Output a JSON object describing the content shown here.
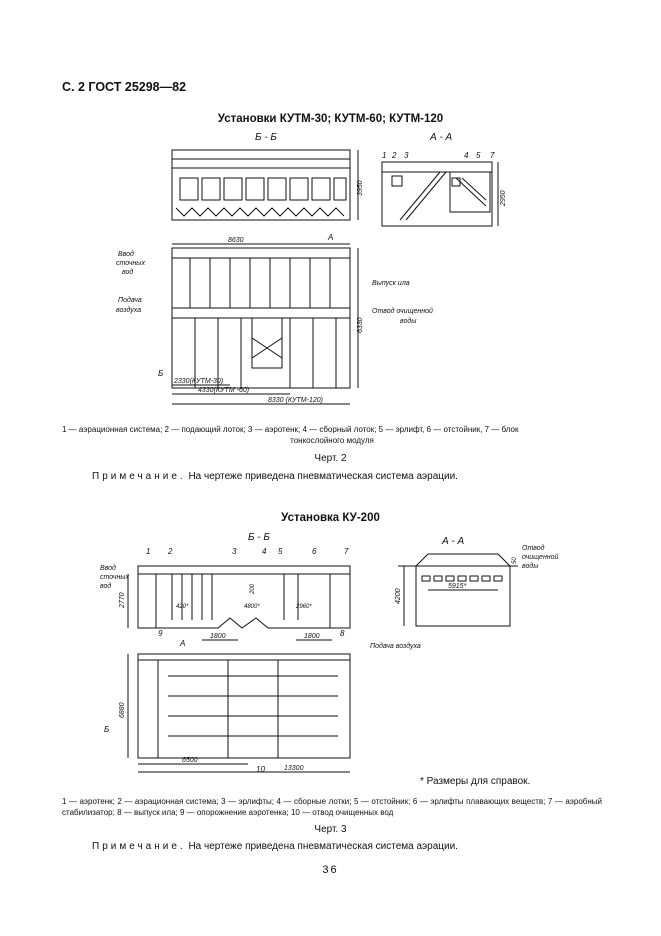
{
  "header": "С. 2 ГОСТ 25298—82",
  "fig2": {
    "title": "Установки КУТМ-30; КУТМ-60; КУТМ-120",
    "section_bb": "Б - Б",
    "section_aa": "А - А",
    "labels": {
      "inlet_1": "Ввод",
      "inlet_2": "сточных",
      "inlet_3": "вод",
      "air_1": "Подача",
      "air_2": "воздуха",
      "sludge": "Выпуск ила",
      "outlet_1": "Отвод очищенной",
      "outlet_2": "воды",
      "a_mark": "А",
      "b_mark": "Б"
    },
    "dims": {
      "d3950": "3950",
      "d2950": "2950",
      "d8630": "8630",
      "d6330": "6330",
      "d2330": "2330(КУТМ-30)",
      "d4330": "4330(КУТМ -60)",
      "d8330": "8330 (КУТМ-120)"
    },
    "nums": [
      "1",
      "2",
      "3",
      "4",
      "5",
      "7"
    ],
    "legend": "1 — аэрационная система; 2 — подающий лоток; 3 — аэротенк; 4 — сборный лоток; 5 — эрлифт, 6 — отстойник, 7 — блок",
    "legend_2": "тонкослойного модуля",
    "caption": "Черт. 2",
    "note_label": "Примечание.",
    "note_text": " На чертеже приведена пневматическая система аэрации."
  },
  "fig3": {
    "title": "Установка КУ-200",
    "section_bb": "Б - Б",
    "section_aa": "А - А",
    "labels": {
      "inlet_1": "Ввод",
      "inlet_2": "сточных",
      "inlet_3": "вод",
      "air": "Подача воздуха",
      "outlet_1": "Отвод",
      "outlet_2": "очищенной",
      "outlet_3": "воды",
      "a_mark": "А",
      "b_mark": "Б"
    },
    "dims": {
      "d2770": "2770",
      "d420": "420*",
      "d200": "200",
      "d4800": "4800*",
      "d2960": "2960*",
      "d1800a": "1800",
      "d1800b": "1800",
      "d4200": "4200",
      "d50": "50",
      "d5915": "5915*",
      "d6880": "6880",
      "d6500": "6500",
      "d13300": "13300"
    },
    "nums": [
      "1",
      "2",
      "3",
      "4",
      "5",
      "6",
      "7",
      "8",
      "9",
      "10"
    ],
    "ref_note": "* Размеры для справок.",
    "legend": "1 — аэротенк; 2 — аэрационная система; 3 — эрлифты; 4 — сборные лотки; 5 — отстойник; 6 — эрлифты плавающих веществ; 7 — аэробный стабилизатор; 8 — выпуск ила; 9 — опорожнение аэротенка; 10 — отвод очищенных вод",
    "caption": "Черт. 3",
    "note_label": "Примечание.",
    "note_text": " На чертеже приведена пневматическая система аэрации."
  },
  "page_number": "36"
}
